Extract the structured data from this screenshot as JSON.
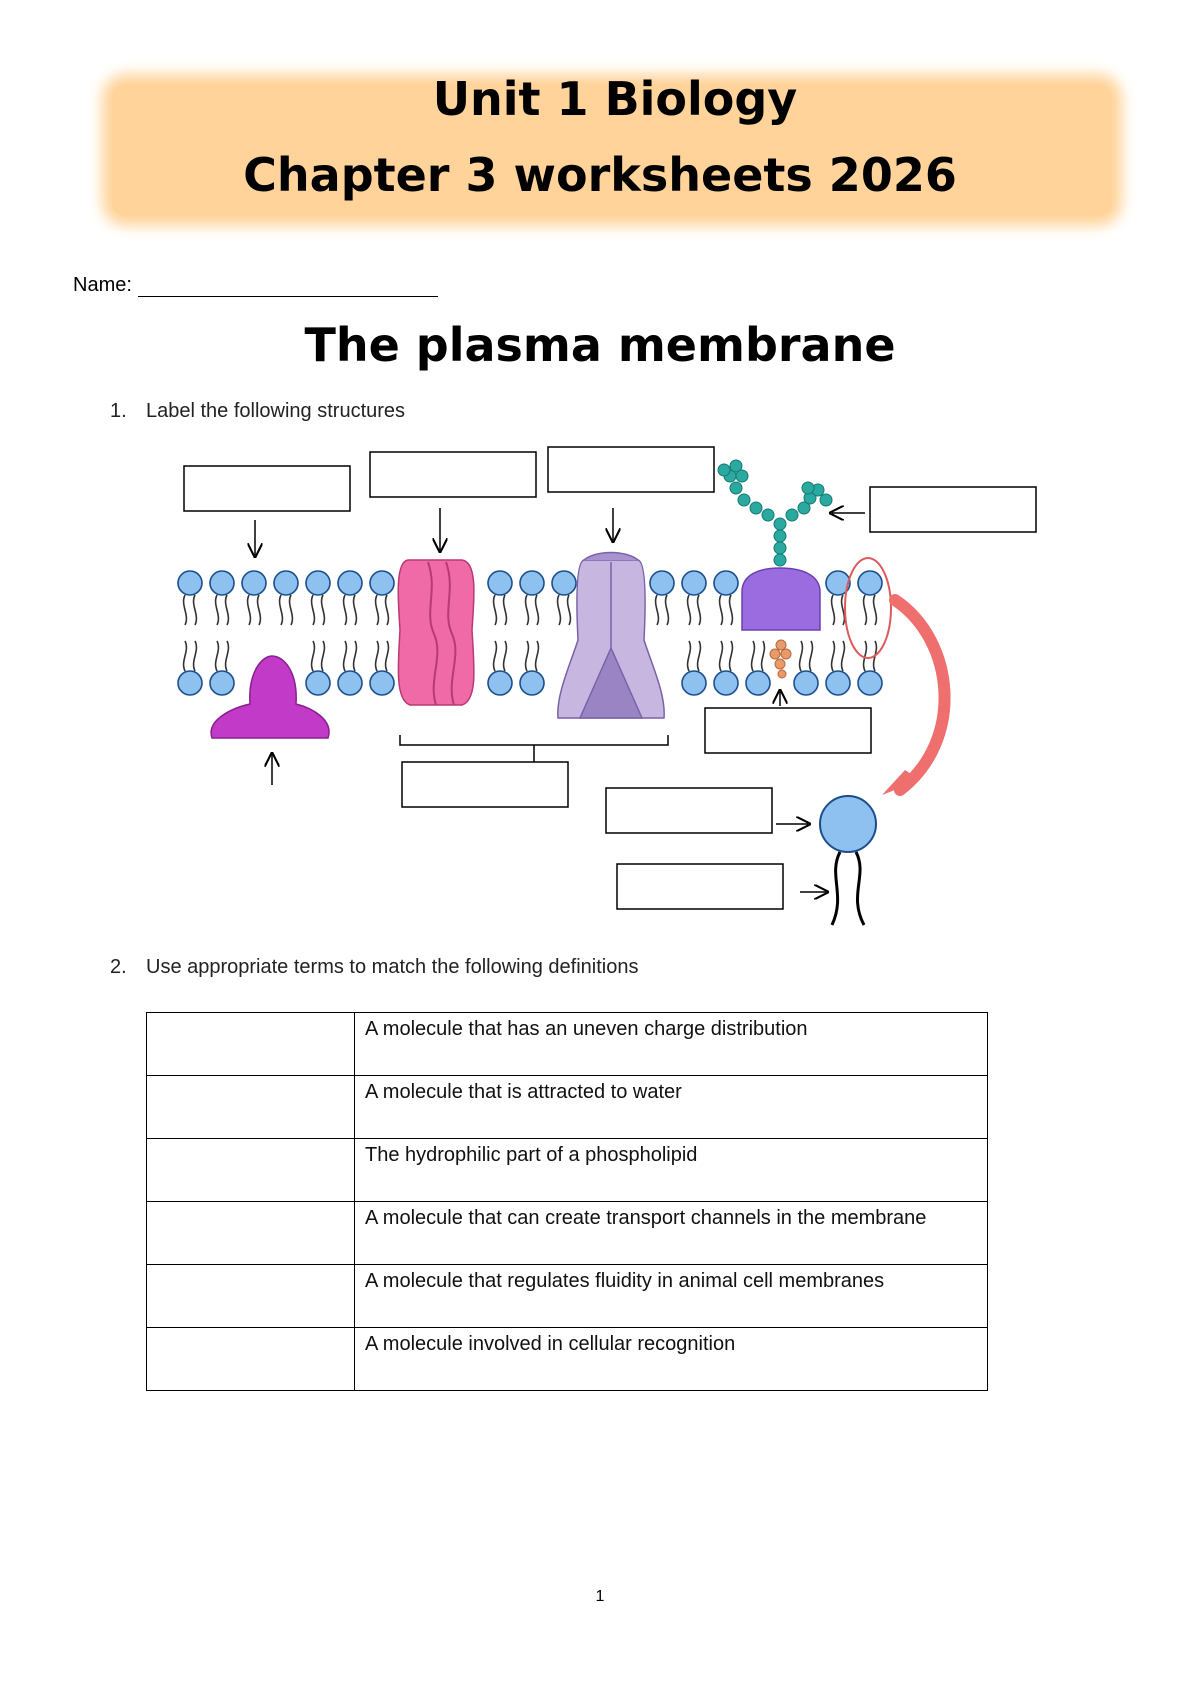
{
  "header": {
    "line1": "Unit 1 Biology",
    "line2": "Chapter 3 worksheets 2026"
  },
  "name_field": {
    "label": "Name:"
  },
  "section_title": "The plasma membrane",
  "question1": {
    "number": "1.",
    "text": "Label the following structures"
  },
  "question2": {
    "number": "2.",
    "text": "Use appropriate terms to match the following definitions"
  },
  "definitions": [
    {
      "answer": "",
      "definition": "A molecule that has an uneven charge distribution"
    },
    {
      "answer": "",
      "definition": "A molecule that is attracted to water"
    },
    {
      "answer": "",
      "definition": "The hydrophilic part of a phospholipid"
    },
    {
      "answer": "",
      "definition": "A molecule that can create transport channels in the membrane"
    },
    {
      "answer": "",
      "definition": "A molecule that regulates fluidity in animal cell membranes"
    },
    {
      "answer": "",
      "definition": "A molecule involved in cellular recognition"
    }
  ],
  "colors": {
    "banner": "#ffd39a",
    "phospholipid_head": "#8ec0f0",
    "peripheral_protein": "#c23ac8",
    "channel_protein": "#ef6aa6",
    "transport_protein": "#b6a3d6",
    "glycoprotein": "#9a6ce0",
    "glycan": "#2aa9a0",
    "cholesterol": "#e89a6a",
    "highlight": "#e05a5a"
  },
  "page_number": "1"
}
